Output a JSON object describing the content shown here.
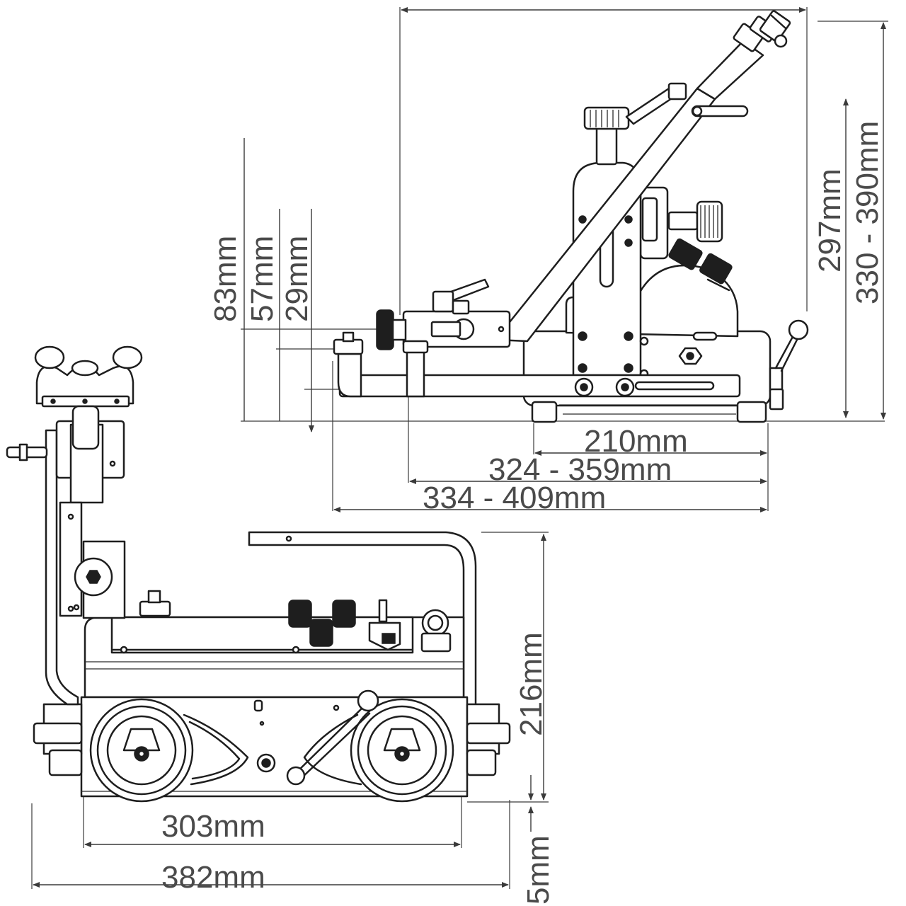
{
  "dimensions": {
    "side_h83": "83mm",
    "side_h57": "57mm",
    "side_h29": "29mm",
    "side_h297": "297mm",
    "side_h330_390": "330 - 390mm",
    "side_w210": "210mm",
    "side_w324_359": "324 - 359mm",
    "side_w334_409": "334 - 409mm",
    "front_h216": "216mm",
    "front_h5": "5mm",
    "front_w303": "303mm",
    "front_w382": "382mm"
  },
  "colors": {
    "line": "#1e1e1e",
    "text": "#4a4a4a",
    "background": "#ffffff"
  }
}
